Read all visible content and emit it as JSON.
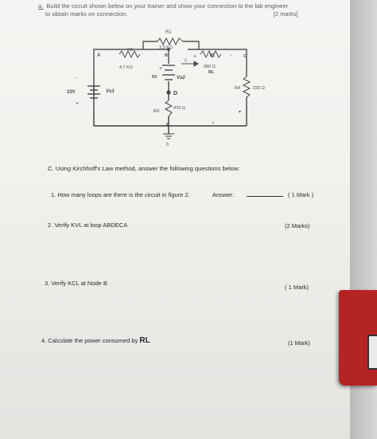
{
  "header": {
    "number": "a.",
    "line1": "Build the circuit shown below on your trainer and show your connection to the lab engineer",
    "line2": "to obtain marks on connection.",
    "marks": "[2 marks]"
  },
  "circuit": {
    "r1_label": "R1",
    "r1_value": "3.3 KΩ",
    "r2_label": "R2",
    "r2_value": "4.7 KΩ",
    "node_a": "A",
    "node_b": "B",
    "node_c": "C",
    "node_d": "D",
    "node_e": "E",
    "vl_plus": "+",
    "vl_label": "VL",
    "vl_minus": "-",
    "rl_value": "680 Ω",
    "rl_label": "RL",
    "current_label": "I₁",
    "vs2_plus": "+",
    "vs2_value": "5V",
    "vs2_label": "Vs2",
    "vs1_value": "10V",
    "vs1_label": "Vs1",
    "vs1_minus": "-",
    "vs1_plus": "+",
    "r4_label": "R4",
    "r4_value": "220 Ω",
    "r3_label": "R3",
    "r3_value": "470 Ω",
    "ground_label": "0"
  },
  "section_c": {
    "title": "C. Using Kirchhoff's Law method, answer the following questions below:"
  },
  "questions": [
    {
      "text": "1.  How many loops are there is the circuit in figure 2.",
      "answer_label": "Answer:",
      "marks": "( 1 Mark )"
    },
    {
      "text": "2. Verify KVL at loop ABDECA",
      "marks": "(2 Marks)"
    },
    {
      "text": "3. Verify KCL at Node B",
      "marks": "( 1 Mark)"
    },
    {
      "text_prefix": "4. Calculate the power consumed by",
      "text_emph": "RL",
      "marks": "(1 Mark)"
    }
  ],
  "colors": {
    "paper": "#f1f1ee",
    "ink": "#2a2a2a",
    "red_object": "#b52424"
  }
}
